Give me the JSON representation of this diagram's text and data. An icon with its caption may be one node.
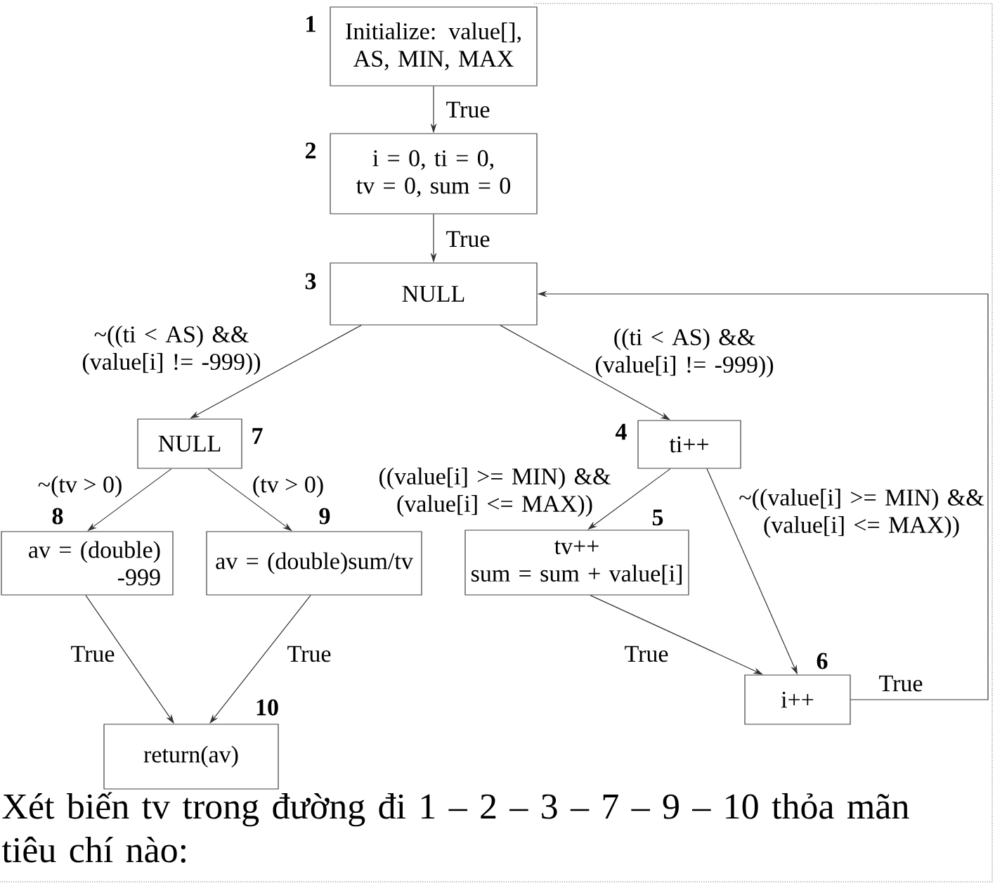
{
  "diagram": {
    "caption": "Xét biến tv trong đường đi 1 – 2 – 3 – 7 – 9 – 10 thỏa mãn tiêu chí nào:",
    "nodes": [
      {
        "text": [
          "Initialize: value[], AS, MIN, MAX"
        ],
        "beside": [
          "1"
        ]
      },
      {
        "text": [
          "i = 0, ti = 0, tv = 0, sum = 0"
        ],
        "beside": [
          "2"
        ]
      },
      {
        "text": [
          "NULL"
        ],
        "beside": [
          "3"
        ]
      },
      {
        "text": [
          "ti++"
        ],
        "beside": [
          "4"
        ]
      },
      {
        "text": [
          "tv++ sum = sum + value[i]"
        ],
        "beside": [
          "5"
        ]
      },
      {
        "text": [
          "i++"
        ],
        "beside": [
          "6"
        ]
      },
      {
        "text": [
          "NULL"
        ],
        "beside": [
          "7"
        ]
      },
      {
        "text": [
          "av = (double) -999"
        ],
        "beside": [
          "8"
        ]
      },
      {
        "text": [
          "av = (double)sum/tv"
        ],
        "beside": [
          "9"
        ]
      },
      {
        "text": [
          "return(av)"
        ],
        "beside": [
          "10"
        ]
      }
    ],
    "edges": [
      {
        "from": 0,
        "to": 1,
        "arrow": "to",
        "label": "True"
      },
      {
        "from": 1,
        "to": 2,
        "arrow": "to",
        "label": "True"
      },
      {
        "from": 2,
        "to": 6,
        "arrow": "to",
        "label": "~((ti < AS) && (value[i] != -999))"
      },
      {
        "from": 2,
        "to": 3,
        "arrow": "to",
        "label": "((ti < AS) && (value[i] != -999))"
      },
      {
        "from": 3,
        "to": 4,
        "arrow": "to",
        "label": "((value[i] >= MIN) && (value[i] <= MAX))"
      },
      {
        "from": 3,
        "to": 5,
        "arrow": "to",
        "label": "~((value[i] >= MIN) && (value[i] <= MAX))"
      },
      {
        "from": 4,
        "to": 5,
        "arrow": "to",
        "label": "True"
      },
      {
        "from": 5,
        "to": 2,
        "arrow": "to",
        "label": "True"
      },
      {
        "from": 6,
        "to": 7,
        "arrow": "to",
        "label": "~(tv > 0)"
      },
      {
        "from": 6,
        "to": 8,
        "arrow": "to",
        "label": "(tv > 0)"
      },
      {
        "from": 7,
        "to": 9,
        "arrow": "to",
        "label": "True"
      },
      {
        "from": 8,
        "to": 9,
        "arrow": "to",
        "label": "True"
      }
    ]
  }
}
